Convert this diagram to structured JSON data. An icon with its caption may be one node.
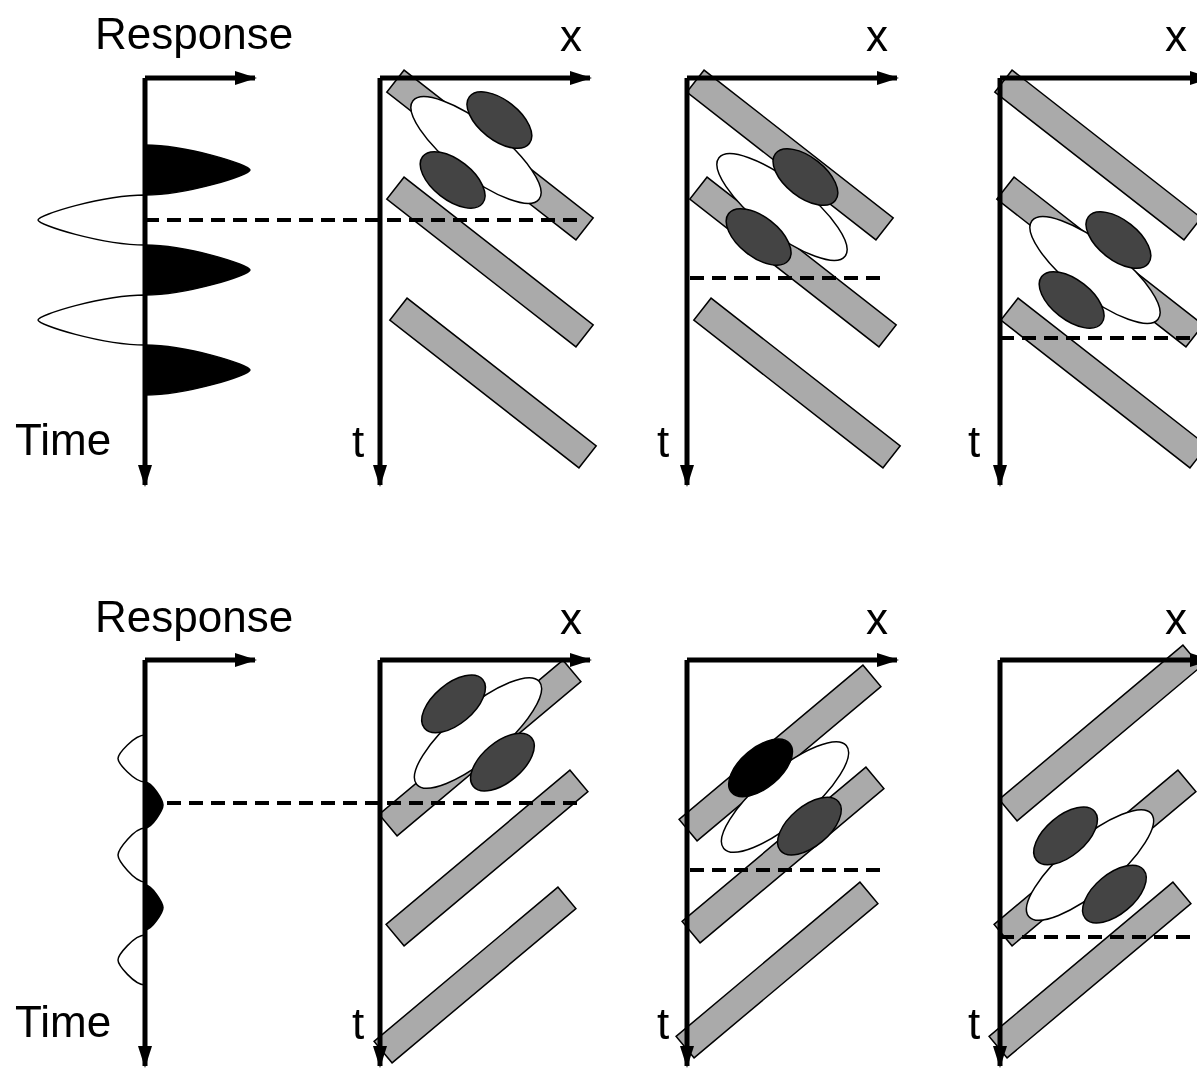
{
  "diagram": {
    "labels": [
      "Response",
      "x",
      "x",
      "x",
      "Time",
      "t",
      "t",
      "t",
      "Response",
      "x",
      "x",
      "x",
      "Time",
      "t",
      "t",
      "t"
    ]
  }
}
